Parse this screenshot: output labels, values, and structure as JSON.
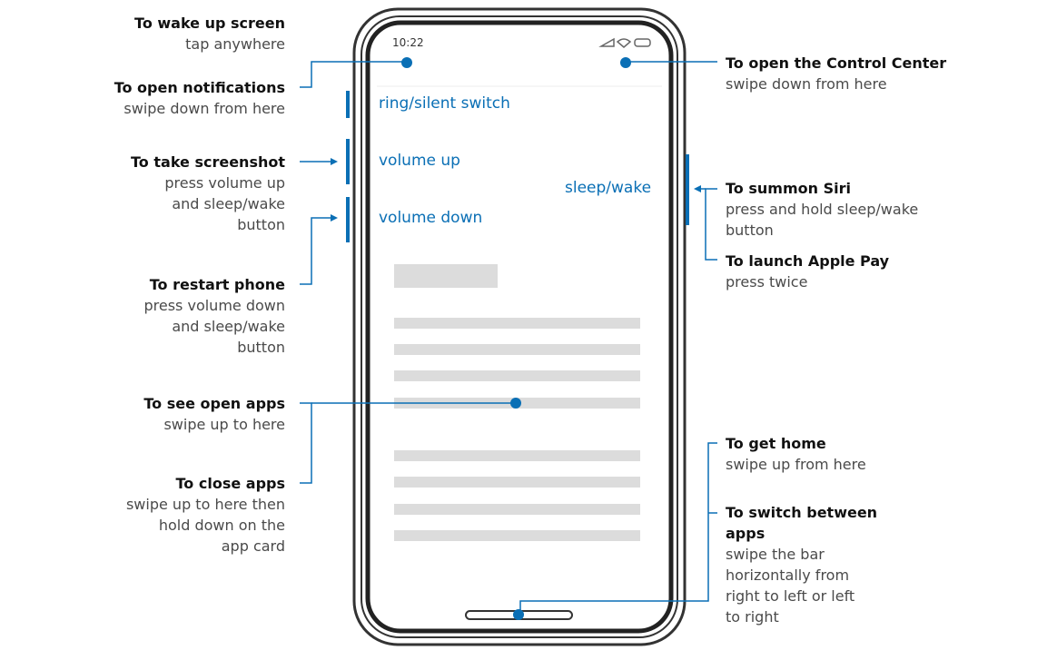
{
  "colors": {
    "accent": "#0a6fb5",
    "phone_outline": "#333333",
    "placeholder": "#dcdcdc"
  },
  "status_bar": {
    "time": "10:22",
    "icons": [
      "signal-icon",
      "wifi-icon",
      "battery-icon"
    ]
  },
  "phone_labels": {
    "ring_silent": "ring/silent switch",
    "volume_up": "volume up",
    "volume_down": "volume down",
    "sleep_wake": "sleep/wake"
  },
  "annotations_left": [
    {
      "title": "To wake up screen",
      "desc": "tap anywhere"
    },
    {
      "title": "To open notifications",
      "desc": "swipe down from here"
    },
    {
      "title": "To take screenshot",
      "desc": "press volume up\nand sleep/wake\nbutton"
    },
    {
      "title": "To restart phone",
      "desc": "press volume down\nand sleep/wake\nbutton"
    },
    {
      "title": "To see open apps",
      "desc": "swipe up to here"
    },
    {
      "title": "To close apps",
      "desc": "swipe up to here then\nhold down on the\napp card"
    }
  ],
  "annotations_right": [
    {
      "title": "To open the Control Center",
      "desc": "swipe down from here"
    },
    {
      "title": "To summon Siri",
      "desc": "press and hold sleep/wake\nbutton"
    },
    {
      "title": "To launch Apple Pay",
      "desc": "press twice"
    },
    {
      "title": "To get home",
      "desc": "swipe up from here"
    },
    {
      "title": "To switch between\napps",
      "desc": "swipe the bar\nhorizontally from\nright to left or left\nto right"
    }
  ]
}
